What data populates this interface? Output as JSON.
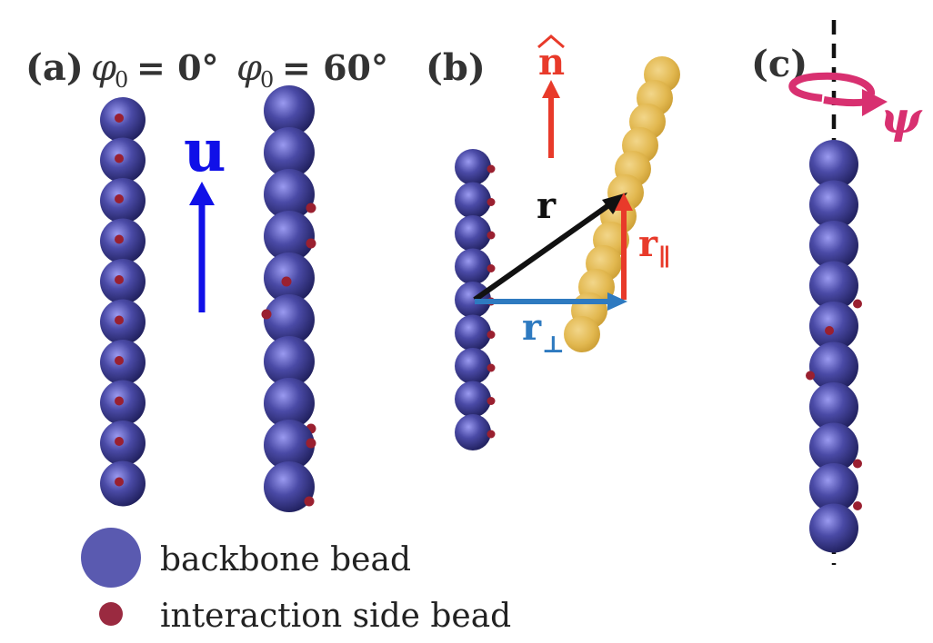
{
  "panels": {
    "a": {
      "label": "(a)",
      "phi_symbol": "φ",
      "phi_sub": "0",
      "phi_a_value": "= 0°",
      "phi_b_value": "= 60°",
      "vector_label": "u"
    },
    "b": {
      "label": "(b)",
      "normal_label": "n",
      "normal_hat": "^",
      "r_label": "r",
      "r_par_label": "r",
      "r_par_sub": "∥",
      "r_perp_label": "r",
      "r_perp_sub": "⊥"
    },
    "c": {
      "label": "(c)",
      "psi_label": "ψ"
    }
  },
  "legend": {
    "backbone_label": "backbone bead",
    "side_label": "interaction side bead"
  },
  "colors": {
    "backbone": "#4a4aa6",
    "backbone_dark": "#222266",
    "backbone_light": "#8c8ce0",
    "side_bead": "#9a2030",
    "ghost_bead": "#e0b84c",
    "u_arrow": "#1010e8",
    "n_arrow": "#e83a2a",
    "r_arrow": "#111111",
    "r_par": "#e83a2a",
    "r_perp": "#2e7ac0",
    "psi": "#d83070",
    "legend_backbone": "#5a5ab0",
    "legend_side": "#9a2a40"
  },
  "icons": {
    "backbone": "sphere-icon",
    "side": "dot-icon",
    "rotation": "rotation-arrow-icon"
  }
}
